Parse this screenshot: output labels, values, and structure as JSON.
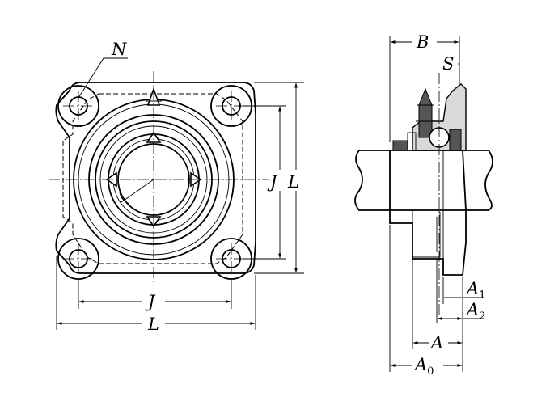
{
  "labels": {
    "N": "N",
    "J_bottom": "J",
    "L_bottom": "L",
    "J_right": "J",
    "L_right": "L",
    "B": "B",
    "S": "S",
    "A1_base": "A",
    "A1_sub": "1",
    "A2_base": "A",
    "A2_sub": "2",
    "A": "A",
    "A0_base": "A",
    "A0_sub": "0"
  }
}
